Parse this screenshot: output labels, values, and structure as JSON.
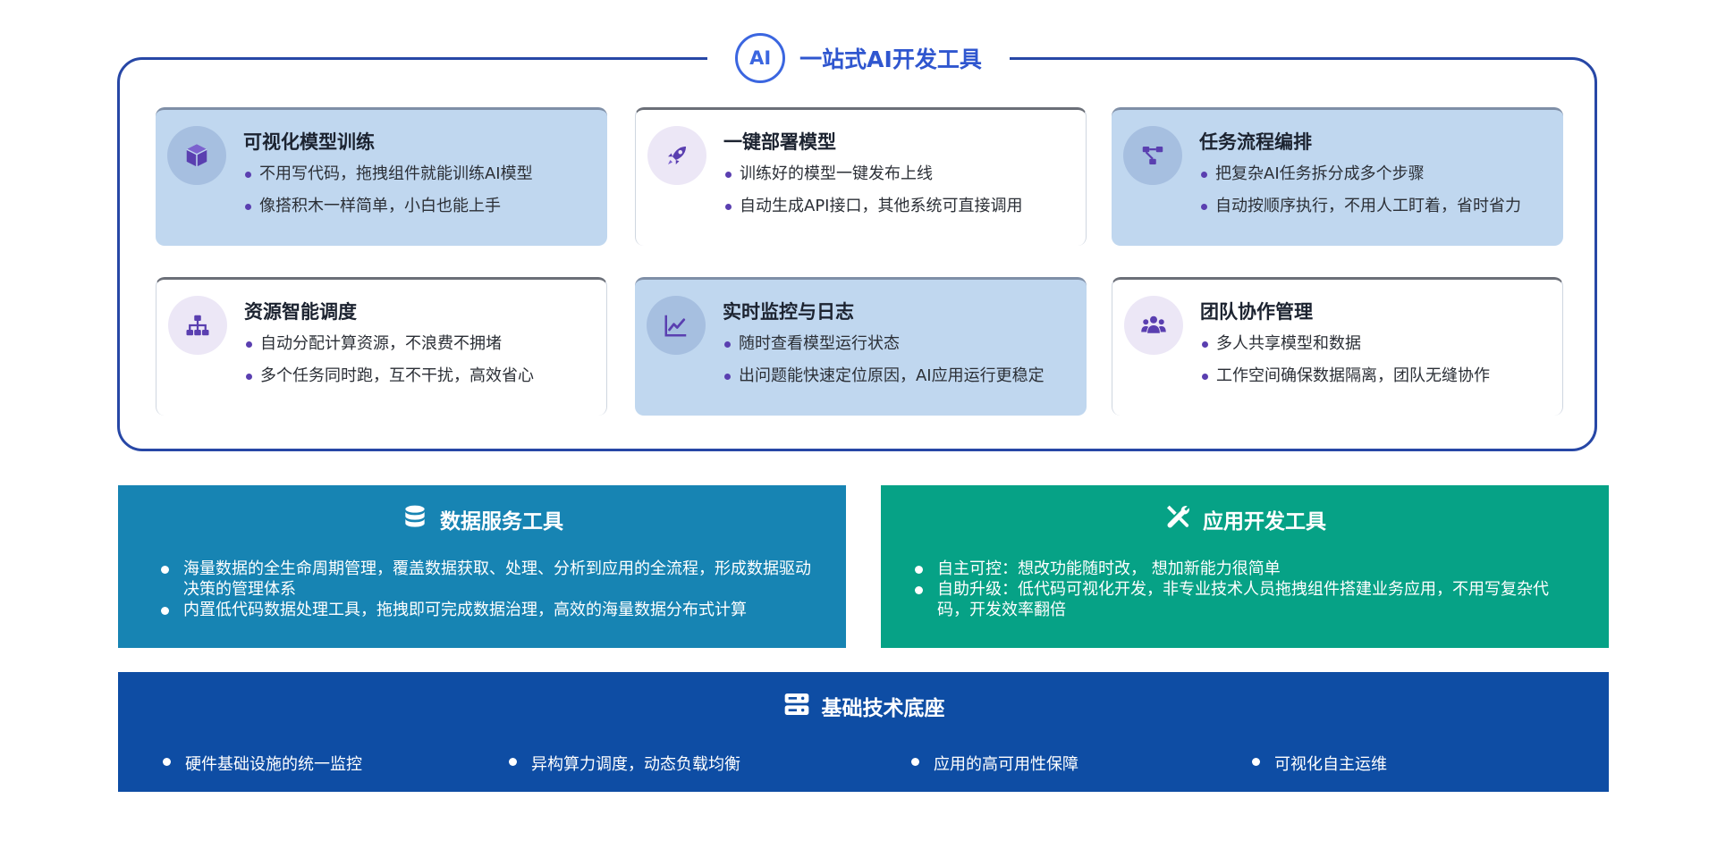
{
  "ai_section": {
    "badge": "AI",
    "title": "一站式AI开发工具",
    "cards": [
      {
        "title": "可视化模型训练",
        "icon": "cube-icon",
        "items": [
          "不用写代码，拖拽组件就能训练AI模型",
          "像搭积木一样简单，小白也能上手"
        ]
      },
      {
        "title": "一键部署模型",
        "icon": "rocket-icon",
        "items": [
          "训练好的模型一键发布上线",
          "自动生成API接口，其他系统可直接调用"
        ]
      },
      {
        "title": "任务流程编排",
        "icon": "workflow-icon",
        "items": [
          "把复杂AI任务拆分成多个步骤",
          "自动按顺序执行，不用人工盯着，省时省力"
        ]
      },
      {
        "title": "资源智能调度",
        "icon": "hierarchy-icon",
        "items": [
          "自动分配计算资源，不浪费不拥堵",
          "多个任务同时跑，互不干扰，高效省心"
        ]
      },
      {
        "title": "实时监控与日志",
        "icon": "line-chart-icon",
        "items": [
          "随时查看模型运行状态",
          "出问题能快速定位原因，AI应用运行更稳定"
        ]
      },
      {
        "title": "团队协作管理",
        "icon": "team-icon",
        "items": [
          "多人共享模型和数据",
          "工作空间确保数据隔离，团队无缝协作"
        ]
      }
    ]
  },
  "data_tools": {
    "title": "数据服务工具",
    "icon": "database-icon",
    "items": [
      "海量数据的全生命周期管理，覆盖数据获取、处理、分析到应用的全流程，形成数据驱动决策的管理体系",
      "内置低代码数据处理工具，拖拽即可完成数据治理，高效的海量数据分布式计算"
    ]
  },
  "app_tools": {
    "title": "应用开发工具",
    "icon": "tools-icon",
    "items": [
      "自主可控：想改功能随时改， 想加新能力很简单",
      "自助升级：低代码可视化开发，非专业技术人员拖拽组件搭建业务应用，不用写复杂代码，开发效率翻倍"
    ]
  },
  "base": {
    "title": "基础技术底座",
    "icon": "server-icon",
    "items": [
      "硬件基础设施的统一监控",
      "异构算力调度，动态负载均衡",
      "应用的高可用性保障",
      "可视化自主运维"
    ]
  },
  "colors": {
    "frame": "#2747a6",
    "accent_blue": "#3b66e0",
    "card_blue": "#c0d7ef",
    "icon_purple": "#5a3fb0",
    "data_panel": "#1784b3",
    "app_panel": "#06a286",
    "base_panel": "#0e4da4"
  }
}
